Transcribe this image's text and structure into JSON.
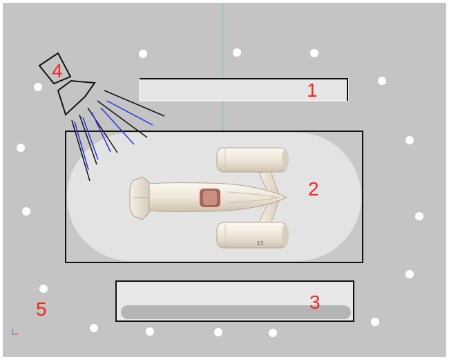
{
  "scene": {
    "background_color": "#c4c4c4",
    "border_color": "#ffffff",
    "label_color": "#ee2a24",
    "axis_line_color": "#7fc4b8"
  },
  "labels": {
    "panel_1": "1",
    "stage_2": "2",
    "panel_3": "3",
    "light_4": "4",
    "floor_5": "5"
  },
  "aircraft": {
    "engine_marking": "13"
  },
  "icons": {
    "light": "spotlight-icon",
    "aircraft": "twin-engine-aircraft-icon",
    "axis": "axis-gizmo-icon"
  }
}
